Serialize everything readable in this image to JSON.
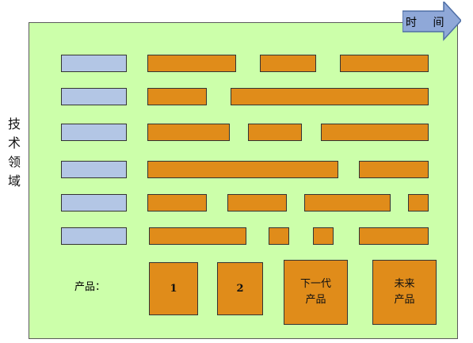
{
  "chart_data": {
    "type": "table",
    "axes": {
      "time_label": "时 间",
      "tech_label": "技术领域"
    },
    "rows": [
      {
        "tech": "",
        "segments": 3
      },
      {
        "tech": "",
        "segments": 2
      },
      {
        "tech": "",
        "segments": 3
      },
      {
        "tech": "",
        "segments": 2
      },
      {
        "tech": "",
        "segments": 4
      },
      {
        "tech": "",
        "segments": 4
      }
    ],
    "products": {
      "label": "产品：",
      "items": [
        "1",
        "2",
        "下一代\n产品",
        "未来\n产品"
      ]
    }
  },
  "colors": {
    "background": "#ccffaa",
    "technology": "#b3c6e5",
    "program": "#e08c1a",
    "border": "#333333"
  }
}
